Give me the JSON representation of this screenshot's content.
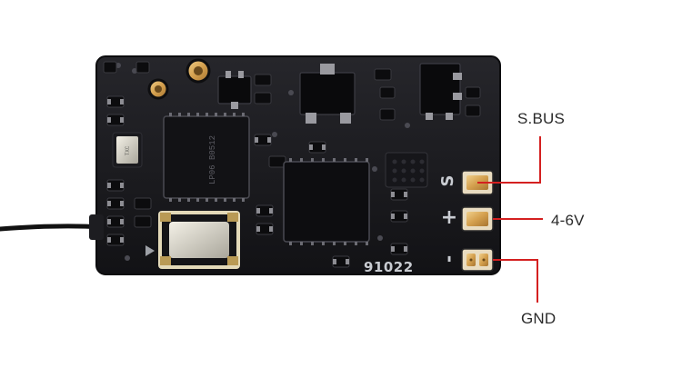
{
  "labels": {
    "sbus": "S.BUS",
    "voltage": "4-6V",
    "ground": "GND"
  },
  "board": {
    "serial": "91022",
    "pad_marks": {
      "signal": "S",
      "positive": "+",
      "negative": "-"
    },
    "chip_marking": "LP06 B0512"
  },
  "colors": {
    "board": "#17171a",
    "leader_line": "#d42020",
    "pad": "#d8a85a",
    "label_text": "#2a2a2a",
    "silkscreen": "#c9ccd2"
  }
}
